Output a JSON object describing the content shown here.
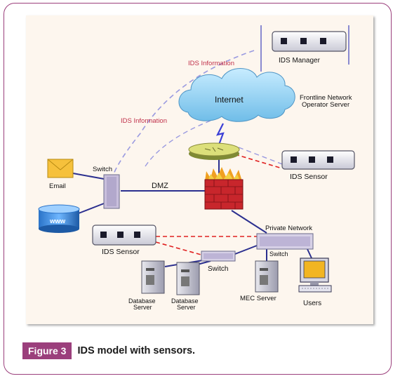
{
  "diagram": {
    "labels": {
      "ids_manager": "IDS Manager",
      "ids_info_top": "IDS Information",
      "ids_info_mid": "IDS Information",
      "internet": "Internet",
      "frontline_1": "Frontline Network",
      "frontline_2": "Operator Server",
      "ids_sensor_right": "IDS Sensor",
      "switch_left": "Switch",
      "email": "Email",
      "www": "www",
      "dmz": "DMZ",
      "private_network": "Private Network",
      "switch_right": "Switch",
      "ids_sensor_left": "IDS Sensor",
      "switch_mid": "Switch",
      "db_server_1a": "Database",
      "db_server_1b": "Server",
      "db_server_2a": "Database",
      "db_server_2b": "Server",
      "mec_server": "MEC Server",
      "users": "Users"
    },
    "colors": {
      "link_blue": "#2b2f8f",
      "dashed_red": "#e02020",
      "dashed_lavender": "#9a9ae0",
      "info_text": "#c0304a",
      "cloud": "#8fd0f2",
      "firewall": "#c8262c"
    }
  },
  "caption": {
    "badge": "Figure 3",
    "text": "IDS model with sensors."
  }
}
